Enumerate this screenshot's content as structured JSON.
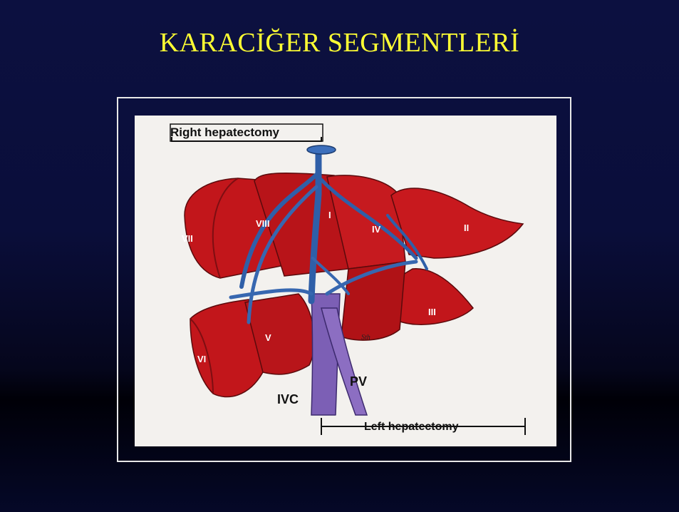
{
  "title": "KARACİĞER SEGMENTLERİ",
  "diagram": {
    "right_label": "Right hepatectomy",
    "left_label": "Left hepatectomy",
    "vessels": {
      "ivc": "IVC",
      "pv": "PV"
    },
    "segments": {
      "I": "I",
      "II": "II",
      "III": "III",
      "IV": "IV",
      "V": "V",
      "VI": "VI",
      "VII": "VII",
      "VIII": "VIII"
    },
    "signature": "Sth"
  },
  "colors": {
    "title": "#ffff33",
    "liver": "#c2161b",
    "liver_dark": "#8e0f14",
    "vein_blue": "#2f5fa8",
    "vena_purple": "#7c5fb5",
    "frame": "#e8e8e8"
  }
}
